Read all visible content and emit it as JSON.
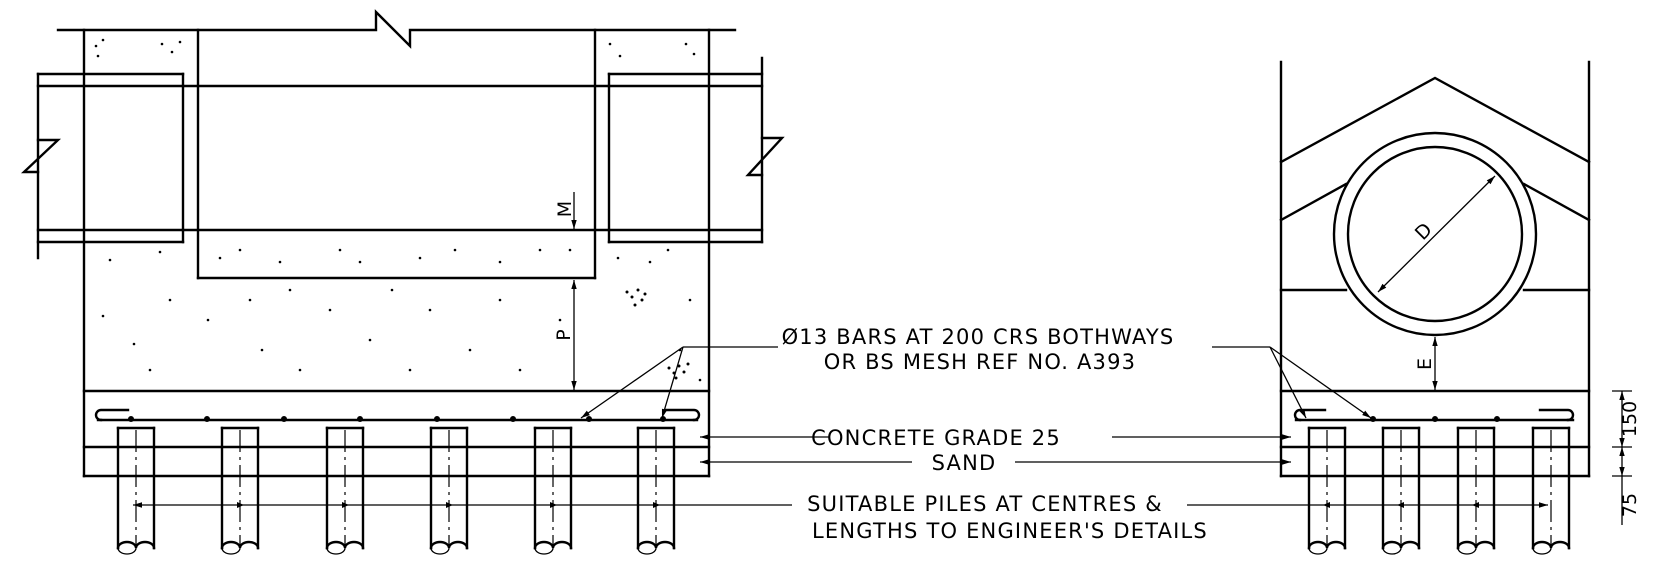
{
  "labels": {
    "bars_line1": "Ø13 BARS AT 200 CRS BOTHWAYS",
    "bars_line2": "OR BS MESH REF NO. A393",
    "concrete": "CONCRETE GRADE 25",
    "sand": "SAND",
    "piles_line1": "SUITABLE PILES AT CENTRES &",
    "piles_line2": "LENGTHS TO ENGINEER'S DETAILS"
  },
  "dimensions": {
    "m": "M",
    "p": "P",
    "d": "D",
    "e": "E",
    "slab_thickness": "150",
    "sand_thickness": "75"
  },
  "colors": {
    "line": "#000000",
    "background": "#ffffff"
  }
}
